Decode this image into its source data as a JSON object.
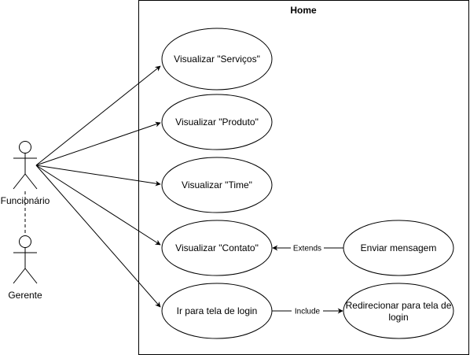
{
  "system": {
    "title": "Home"
  },
  "actors": {
    "funcionario": "Funcionário",
    "gerente": "Gerente"
  },
  "use_cases": {
    "servicos": "Visualizar \"Serviços\"",
    "produto": "Visualizar \"Produto\"",
    "time": "Visualizar \"Time\"",
    "contato": "Visualizar \"Contato\"",
    "login": "Ir para tela de login",
    "enviar": "Enviar mensagem",
    "redirecionar_1": "Redirecionar para tela de",
    "redirecionar_2": "login"
  },
  "relations": {
    "extends": "Extends",
    "include": "Include"
  },
  "colors": {
    "stroke": "#000000",
    "fill": "#ffffff"
  }
}
